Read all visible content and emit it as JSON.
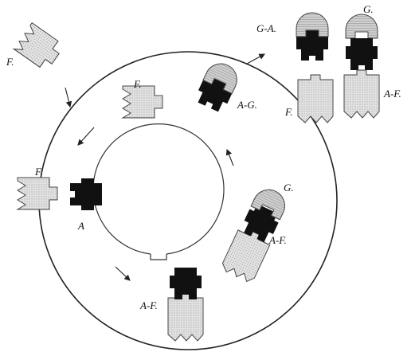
{
  "labels": {
    "f_top_left": "F.",
    "f_inner_top": "F.",
    "a_g_top": "A-G.",
    "g_a_right": "G-A.",
    "g_right": "G.",
    "f_right": "F.",
    "a_f_right": "A-F.",
    "f_left": "F.",
    "a_left": "A",
    "g_mid_right": "G.",
    "a_f_mid_right": "A-F.",
    "a_f_bottom": "A-F."
  },
  "colors": {
    "receptor_black": "#111111",
    "f_stipple_fill": "#d7d7d7",
    "g_hatch_fill": "#bdbdbd",
    "line": "#222222",
    "background": "#ffffff"
  }
}
